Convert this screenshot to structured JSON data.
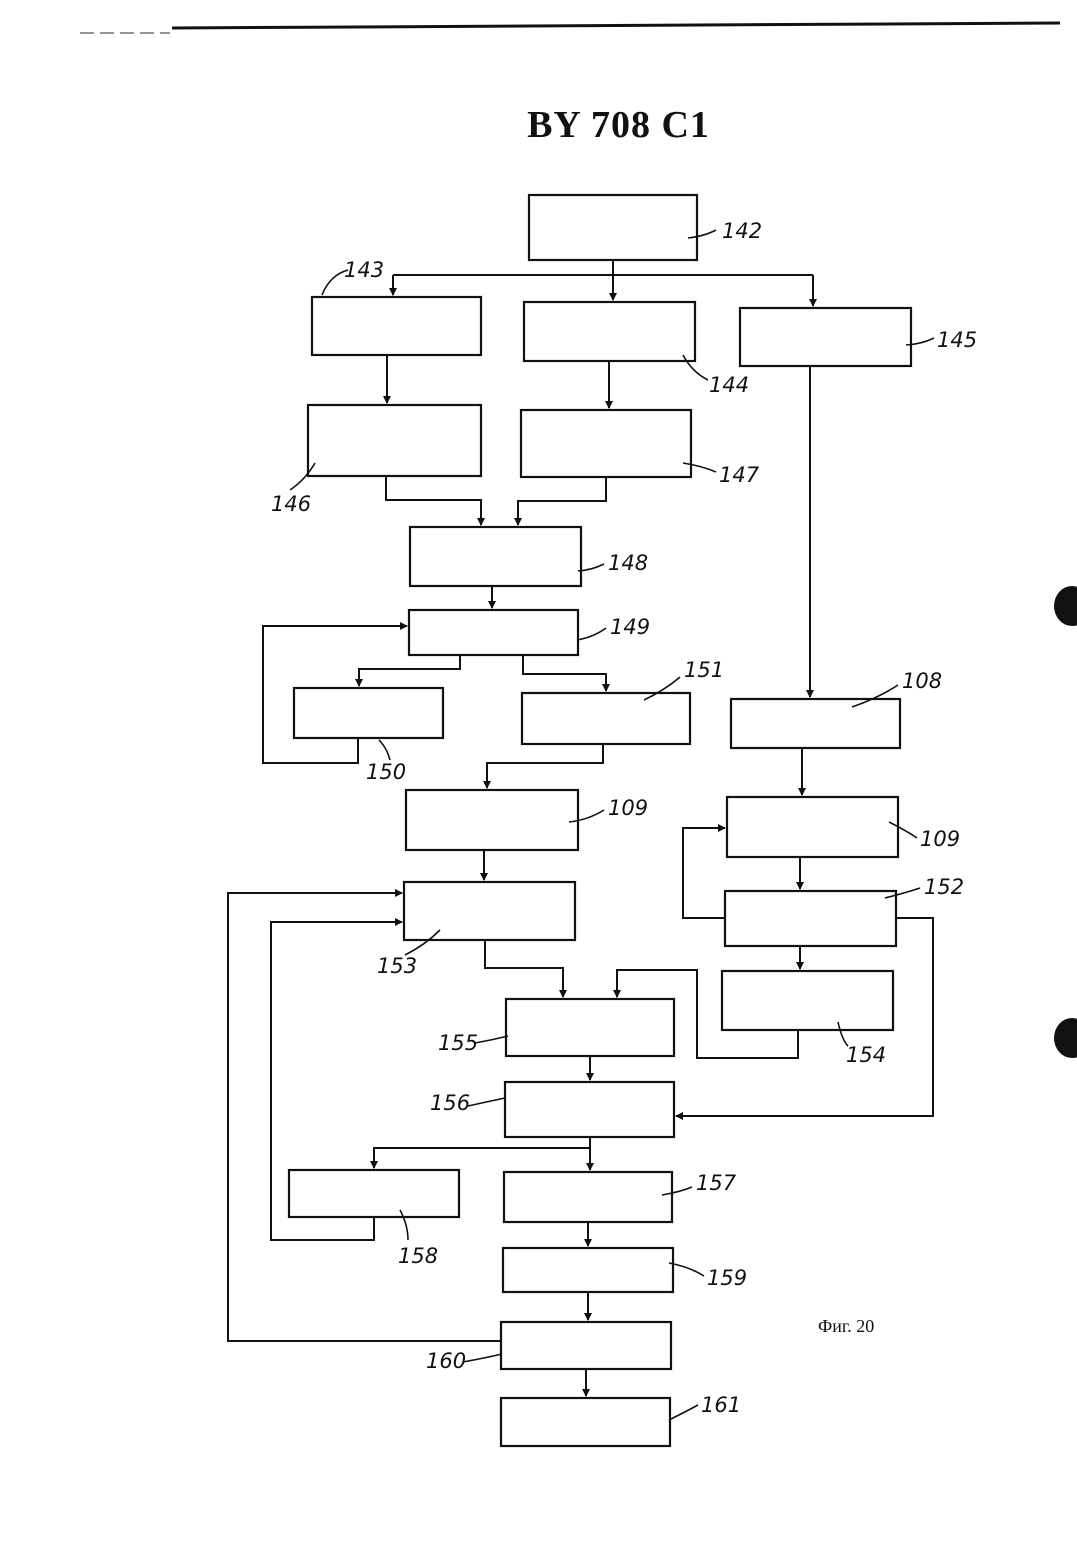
{
  "document": {
    "header_title": "BY 708 C1",
    "figure_caption": "Фиг. 20"
  },
  "block_labels": {
    "b142": "142",
    "b143": "143",
    "b144": "144",
    "b145": "145",
    "b146": "146",
    "b147": "147",
    "b148": "148",
    "b149": "149",
    "b150": "150",
    "b151": "151",
    "b108": "108",
    "b109a": "109",
    "b109b": "109",
    "b152": "152",
    "b153": "153",
    "b154": "154",
    "b155": "155",
    "b156": "156",
    "b157": "157",
    "b158": "158",
    "b159": "159",
    "b160": "160",
    "b161": "161"
  },
  "connections": [
    [
      "142",
      "143"
    ],
    [
      "142",
      "144"
    ],
    [
      "142",
      "145"
    ],
    [
      "143",
      "146"
    ],
    [
      "144",
      "147"
    ],
    [
      "146",
      "148"
    ],
    [
      "147",
      "148"
    ],
    [
      "148",
      "149"
    ],
    [
      "149",
      "150"
    ],
    [
      "149",
      "151"
    ],
    [
      "150",
      "149"
    ],
    [
      "151",
      "109a"
    ],
    [
      "109a",
      "153"
    ],
    [
      "145",
      "108"
    ],
    [
      "108",
      "109b"
    ],
    [
      "109b",
      "152"
    ],
    [
      "152",
      "109b"
    ],
    [
      "152",
      "154"
    ],
    [
      "153",
      "155"
    ],
    [
      "154",
      "155"
    ],
    [
      "155",
      "156"
    ],
    [
      "152",
      "156"
    ],
    [
      "156",
      "158"
    ],
    [
      "156",
      "157"
    ],
    [
      "158",
      "153"
    ],
    [
      "157",
      "159"
    ],
    [
      "159",
      "160"
    ],
    [
      "160",
      "153"
    ],
    [
      "160",
      "161"
    ]
  ]
}
